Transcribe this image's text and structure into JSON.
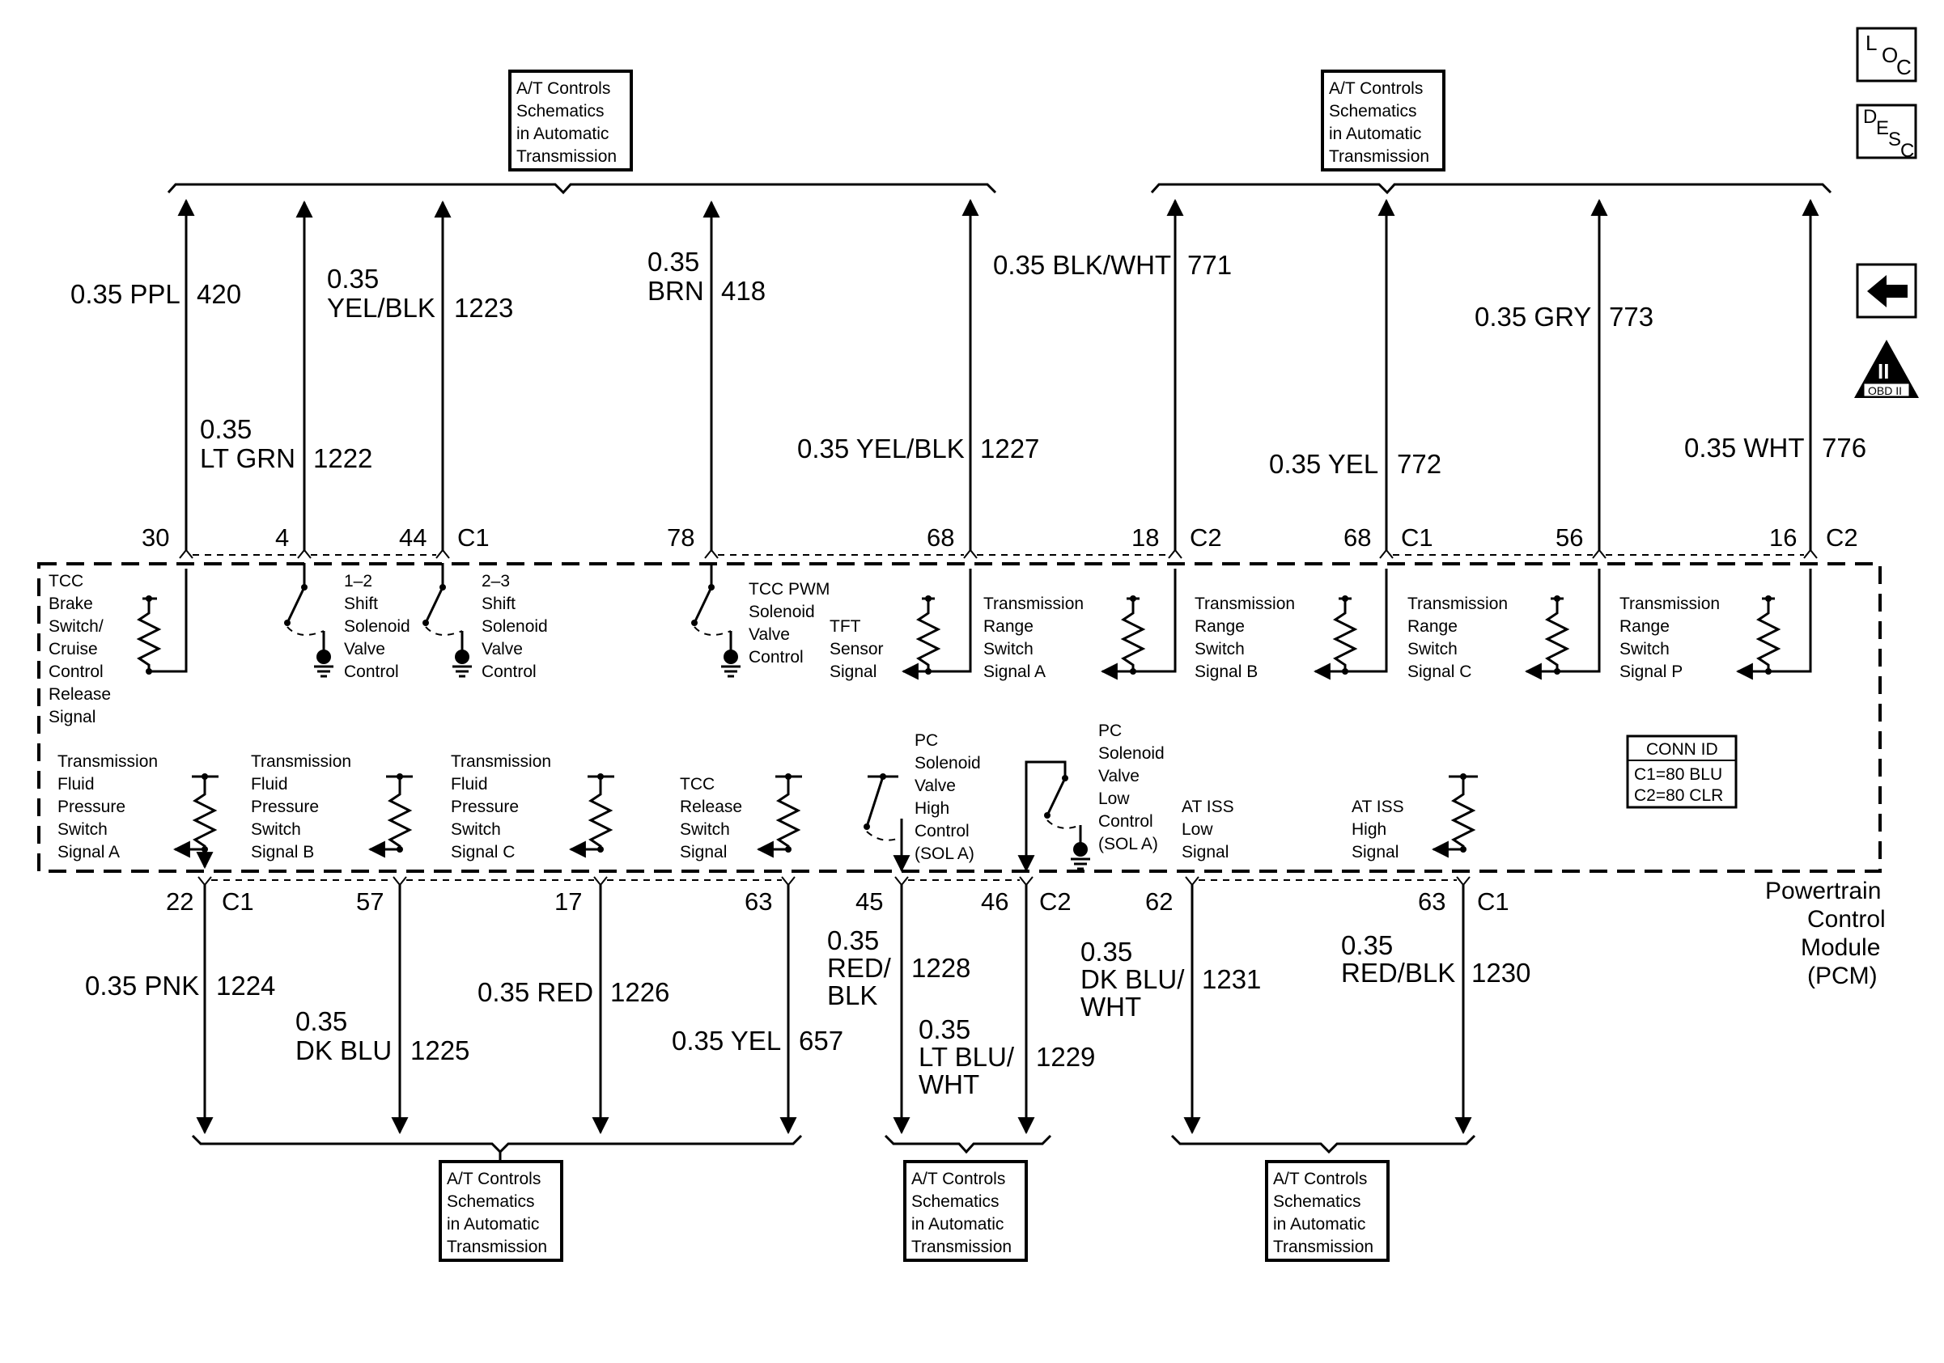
{
  "ref_boxes": {
    "top_left": [
      "A/T Controls",
      "Schematics",
      "in Automatic",
      "Transmission"
    ],
    "top_right": [
      "A/T Controls",
      "Schematics",
      "in Automatic",
      "Transmission"
    ],
    "bottom_left": [
      "A/T Controls",
      "Schematics",
      "in Automatic",
      "Transmission"
    ],
    "bottom_mid": [
      "A/T Controls",
      "Schematics",
      "in Automatic",
      "Transmission"
    ],
    "bottom_right": [
      "A/T Controls",
      "Schematics",
      "in Automatic",
      "Transmission"
    ]
  },
  "nav": {
    "loc": [
      "L",
      "O",
      "C"
    ],
    "desc": [
      "D",
      "E",
      "S",
      "C"
    ],
    "obd_roman": "II",
    "obd_label": "OBD II"
  },
  "top_wires": [
    {
      "pin": "30",
      "gauge": "0.35 PPL",
      "circuit": "420"
    },
    {
      "pin": "4",
      "gauge": [
        "0.35",
        "LT GRN"
      ],
      "circuit": "1222"
    },
    {
      "pin": "44",
      "gauge": [
        "0.35",
        "YEL/BLK"
      ],
      "circuit": "1223",
      "connector": "C1"
    },
    {
      "pin": "78",
      "gauge": [
        "0.35",
        "BRN"
      ],
      "circuit": "418"
    },
    {
      "pin": "68",
      "gauge": "0.35 YEL/BLK",
      "circuit": "1227"
    },
    {
      "pin": "18",
      "gauge": "0.35 BLK/WHT",
      "circuit": "771",
      "connector": "C2"
    },
    {
      "pin": "68",
      "gauge": "0.35 YEL",
      "circuit": "772",
      "connector": "C1"
    },
    {
      "pin": "56",
      "gauge": "0.35 GRY",
      "circuit": "773"
    },
    {
      "pin": "16",
      "gauge": "0.35 WHT",
      "circuit": "776",
      "connector": "C2"
    }
  ],
  "bottom_wires": [
    {
      "pin": "22",
      "gauge": "0.35 PNK",
      "circuit": "1224",
      "connector": "C1"
    },
    {
      "pin": "57",
      "gauge": [
        "0.35",
        "DK BLU"
      ],
      "circuit": "1225"
    },
    {
      "pin": "17",
      "gauge": "0.35 RED",
      "circuit": "1226"
    },
    {
      "pin": "63",
      "gauge": "0.35 YEL",
      "circuit": "657"
    },
    {
      "pin": "45",
      "gauge": [
        "0.35",
        "RED/",
        "BLK"
      ],
      "circuit": "1228"
    },
    {
      "pin": "46",
      "gauge": [
        "0.35",
        "LT BLU/",
        "WHT"
      ],
      "circuit": "1229",
      "connector": "C2"
    },
    {
      "pin": "62",
      "gauge": [
        "0.35",
        "DK BLU/",
        "WHT"
      ],
      "circuit": "1231"
    },
    {
      "pin": "63",
      "gauge": [
        "0.35",
        "RED/BLK"
      ],
      "circuit": "1230",
      "connector": "C1"
    }
  ],
  "upper_components": {
    "tcc_brake": [
      "TCC",
      "Brake",
      "Switch/",
      "Cruise",
      "Control",
      "Release",
      "Signal"
    ],
    "shift_12": [
      "1–2",
      "Shift",
      "Solenoid",
      "Valve",
      "Control"
    ],
    "shift_23": [
      "2–3",
      "Shift",
      "Solenoid",
      "Valve",
      "Control"
    ],
    "tcc_pwm": [
      "TCC PWM",
      "Solenoid",
      "Valve",
      "Control"
    ],
    "tft": [
      "TFT",
      "Sensor",
      "Signal"
    ],
    "range_a": [
      "Transmission",
      "Range",
      "Switch",
      "Signal A"
    ],
    "range_b": [
      "Transmission",
      "Range",
      "Switch",
      "Signal B"
    ],
    "range_c": [
      "Transmission",
      "Range",
      "Switch",
      "Signal C"
    ],
    "range_p": [
      "Transmission",
      "Range",
      "Switch",
      "Signal P"
    ]
  },
  "lower_components": {
    "tfp_a": [
      "Transmission",
      "Fluid",
      "Pressure",
      "Switch",
      "Signal A"
    ],
    "tfp_b": [
      "Transmission",
      "Fluid",
      "Pressure",
      "Switch",
      "Signal B"
    ],
    "tfp_c": [
      "Transmission",
      "Fluid",
      "Pressure",
      "Switch",
      "Signal C"
    ],
    "tcc_release": [
      "TCC",
      "Release",
      "Switch",
      "Signal"
    ],
    "pc_high": [
      "PC",
      "Solenoid",
      "Valve",
      "High",
      "Control",
      "(SOL A)"
    ],
    "pc_low": [
      "PC",
      "Solenoid",
      "Valve",
      "Low",
      "Control",
      "(SOL A)"
    ],
    "iss_low": [
      "AT ISS",
      "Low",
      "Signal"
    ],
    "iss_high": [
      "AT ISS",
      "High",
      "Signal"
    ]
  },
  "conn_id": {
    "title": "CONN ID",
    "c1": "C1=80 BLU",
    "c2": "C2=80 CLR"
  },
  "module_name": [
    "Powertrain",
    "Control",
    "Module",
    "(PCM)"
  ]
}
